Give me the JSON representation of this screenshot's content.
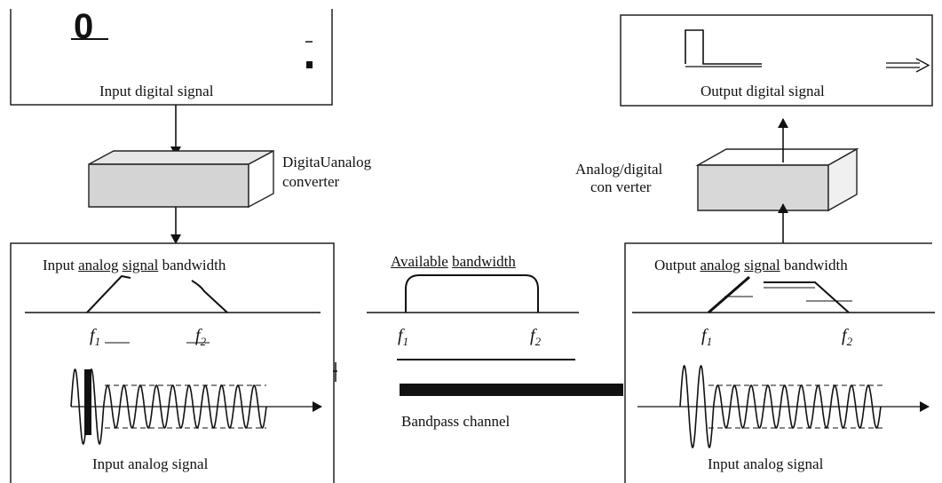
{
  "top_left_box": {
    "glyph": "0",
    "caption": "Input digital signal"
  },
  "top_right_box": {
    "caption": "Output digital signal"
  },
  "dac": {
    "line1": "DigitaUanalog",
    "line2": "converter"
  },
  "adc": {
    "line1": "Analog/digital",
    "line2": "con verter"
  },
  "left_panel": {
    "title_words": [
      "Input",
      "analog",
      "signal",
      "bandwidth"
    ],
    "f1": "f",
    "f1_sub": "1",
    "f2": "f",
    "f2_sub": "2",
    "caption": "Input analog signal"
  },
  "middle": {
    "title_words": [
      "Available",
      "bandwidth"
    ],
    "f1": "f",
    "f1_sub": "1",
    "f2": "f",
    "f2_sub": "2",
    "channel_label": "Bandpass channel"
  },
  "right_panel": {
    "title_words": [
      "Output",
      "analog",
      "signal",
      "bandwidth"
    ],
    "f1": "f",
    "f1_sub": "1",
    "f2": "f",
    "f2_sub": "2",
    "caption": "Input analog signal"
  }
}
